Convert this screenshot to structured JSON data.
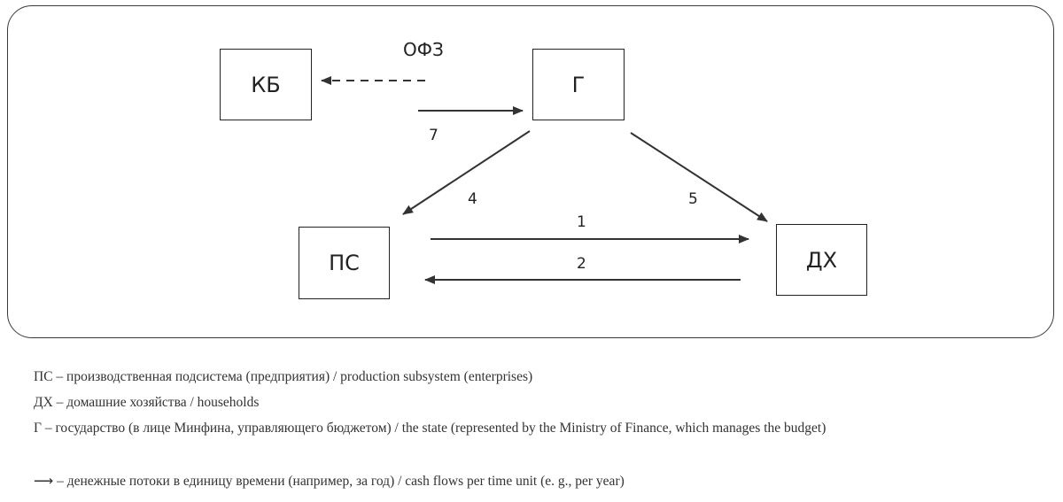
{
  "nodes": {
    "kb": "КБ",
    "g": "Г",
    "ps": "ПС",
    "dx": "ДХ"
  },
  "flow_labels": {
    "ofz": "ОФЗ",
    "f7": "7",
    "f4": "4",
    "f5": "5",
    "f1": "1",
    "f2": "2"
  },
  "legend": {
    "ps": "ПС – производственная подсистема (предприятия) / production subsystem (enterprises)",
    "dx": "ДХ – домашние хозяйства / households",
    "g": "Г – государство (в лице Минфина, управляющего бюджетом) / the state (represented by the Ministry of Finance, which manages the budget)",
    "arrow_symbol": "⟶",
    "arrow": " – денежные потоки в единицу времени (например, за год) / cash flows per time unit (e. g., per year)"
  },
  "colors": {
    "line": "#333333",
    "frame": "#3a3a3a"
  }
}
